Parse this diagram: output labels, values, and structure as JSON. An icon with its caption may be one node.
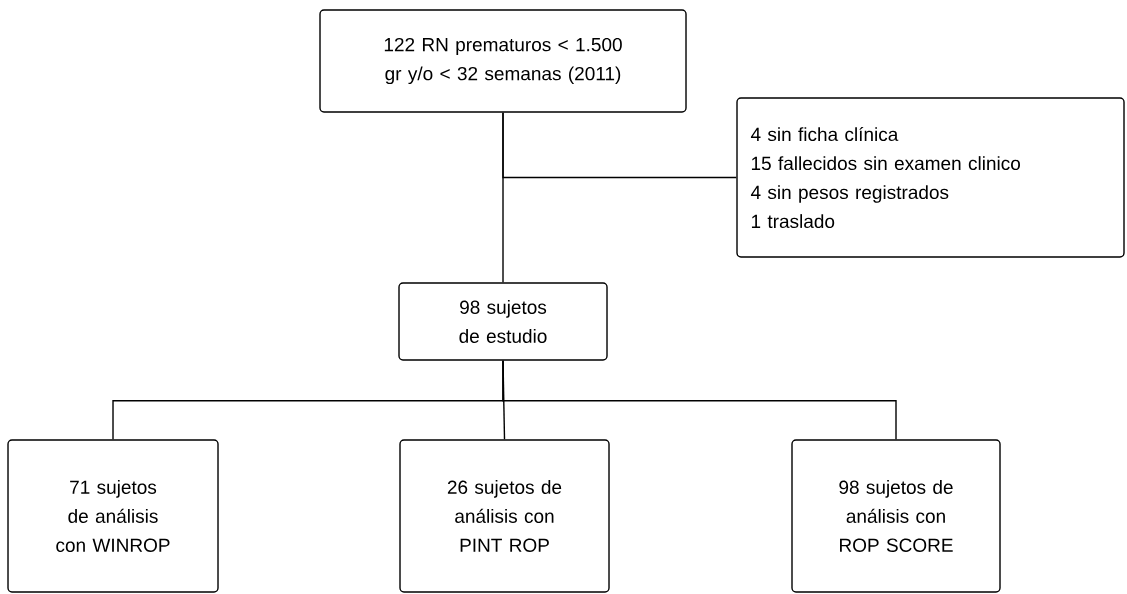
{
  "diagram": {
    "nodes": [
      {
        "text": [
          "122 RN prematuros < 1.500 gr y/o < 32 semanas (2011)"
        ]
      },
      {
        "text": [
          "4 sin ficha clínica",
          "15 fallecidos sin examen clinico",
          "4 sin pesos registrados",
          "1 traslado"
        ]
      },
      {
        "text": [
          "98 sujetos de estudio"
        ]
      },
      {
        "text": [
          "71 sujetos de análisis con WINROP"
        ]
      },
      {
        "text": [
          "26 sujetos de análisis con PINT ROP"
        ]
      },
      {
        "text": [
          "98 sujetos de análisis con ROP SCORE"
        ]
      }
    ],
    "edges": [
      {
        "from": 0,
        "to": 2,
        "arrow": "none"
      },
      {
        "from": 0,
        "to": 1,
        "arrow": "none"
      },
      {
        "from": 2,
        "to": 3,
        "arrow": "none"
      },
      {
        "from": 2,
        "to": 4,
        "arrow": "none"
      },
      {
        "from": 2,
        "to": 5,
        "arrow": "none"
      }
    ]
  }
}
